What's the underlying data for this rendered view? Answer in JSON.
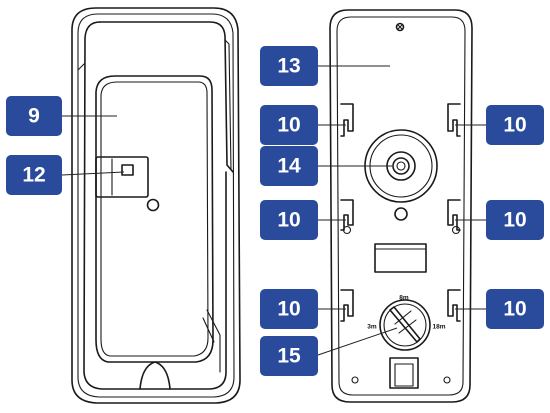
{
  "colors": {
    "callout_fill": "#2a4a9c",
    "callout_text": "#ffffff",
    "line": "#1a1a1a",
    "background": "#ffffff"
  },
  "callouts": {
    "c9": "9",
    "c12": "12",
    "c13": "13",
    "c10_left_1": "10",
    "c10_right_1": "10",
    "c14": "14",
    "c10_left_2": "10",
    "c10_right_2": "10",
    "c10_left_3": "10",
    "c10_right_3": "10",
    "c15": "15"
  },
  "dial": {
    "top": "8m",
    "left": "3m",
    "right": "18m"
  }
}
